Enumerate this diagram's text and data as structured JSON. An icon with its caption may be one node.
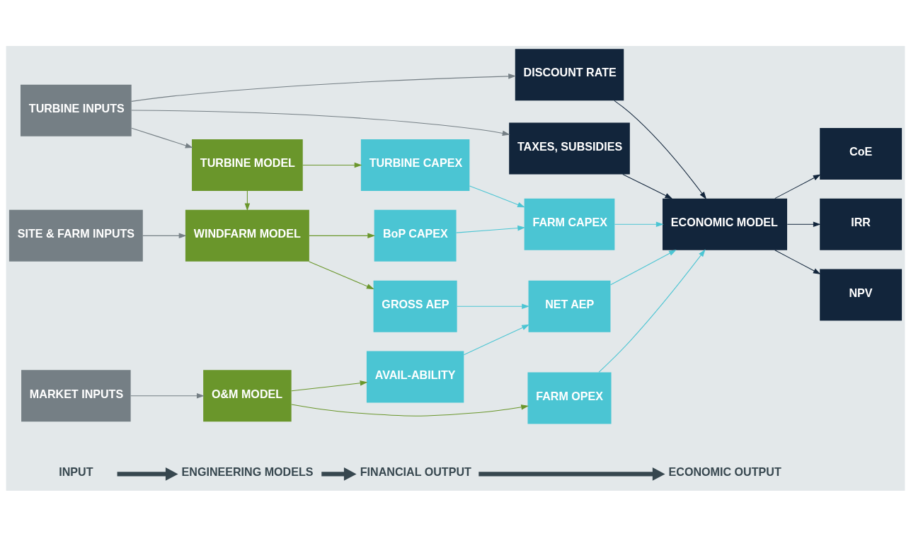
{
  "diagram": {
    "nodes": [
      {
        "text": [
          "INPUT"
        ]
      },
      {
        "text": [
          "ENGINEERING MODELS"
        ]
      },
      {
        "text": [
          "FINANCIAL OUTPUT"
        ]
      },
      {
        "text": [
          "ECONOMIC OUTPUT"
        ]
      },
      {
        "text": [
          "TURBINE INPUTS"
        ]
      },
      {
        "text": [
          "SITE & FARM INPUTS"
        ]
      },
      {
        "text": [
          "MARKET INPUTS"
        ]
      },
      {
        "text": [
          "TURBINE MODEL"
        ]
      },
      {
        "text": [
          "WINDFARM MODEL"
        ]
      },
      {
        "text": [
          "O&M MODEL"
        ]
      },
      {
        "text": [
          "TURBINE CAPEX"
        ]
      },
      {
        "text": [
          "BoP CAPEX"
        ]
      },
      {
        "text": [
          "GROSS AEP"
        ]
      },
      {
        "text": [
          "AVAIL-ABILITY"
        ]
      },
      {
        "text": [
          "FARM CAPEX"
        ]
      },
      {
        "text": [
          "NET AEP"
        ]
      },
      {
        "text": [
          "FARM OPEX"
        ]
      },
      {
        "text": [
          "ECONOMIC MODEL"
        ]
      },
      {
        "text": [
          "CoE"
        ]
      },
      {
        "text": [
          "IRR"
        ]
      },
      {
        "text": [
          "NPV"
        ]
      },
      {
        "text": [
          "DISCOUNT RATE"
        ]
      },
      {
        "text": [
          "TAXES, SUBSIDIES"
        ]
      }
    ],
    "edges": [
      {
        "from": 0,
        "to": 1,
        "arrow": "to",
        "style": "thick",
        "color": "#37474f"
      },
      {
        "from": 1,
        "to": 2,
        "arrow": "to",
        "style": "thick",
        "color": "#37474f"
      },
      {
        "from": 2,
        "to": 3,
        "arrow": "to",
        "style": "thick",
        "color": "#37474f"
      },
      {
        "from": 4,
        "to": 7,
        "arrow": "to",
        "color": "#757f85"
      },
      {
        "from": 5,
        "to": 8,
        "arrow": "to",
        "color": "#757f85"
      },
      {
        "from": 6,
        "to": 9,
        "arrow": "to",
        "color": "#757f85"
      },
      {
        "from": 4,
        "to": 21,
        "arrow": "to",
        "color": "#757f85"
      },
      {
        "from": 4,
        "to": 22,
        "arrow": "to",
        "color": "#757f85"
      },
      {
        "from": 7,
        "to": 10,
        "arrow": "to",
        "color": "#6a962b"
      },
      {
        "from": 7,
        "to": 8,
        "arrow": "to",
        "color": "#6a962b"
      },
      {
        "from": 8,
        "to": 11,
        "arrow": "to",
        "color": "#6a962b"
      },
      {
        "from": 8,
        "to": 12,
        "arrow": "to",
        "color": "#6a962b"
      },
      {
        "from": 9,
        "to": 13,
        "arrow": "to",
        "color": "#6a962b"
      },
      {
        "from": 9,
        "to": 16,
        "arrow": "to",
        "color": "#6a962b"
      },
      {
        "from": 10,
        "to": 14,
        "arrow": "to"
      },
      {
        "from": 11,
        "to": 14,
        "arrow": "to"
      },
      {
        "from": 12,
        "to": 15,
        "arrow": "to"
      },
      {
        "from": 13,
        "to": 15,
        "arrow": "to"
      },
      {
        "from": 14,
        "to": 17,
        "arrow": "to"
      },
      {
        "from": 15,
        "to": 17,
        "arrow": "to"
      },
      {
        "from": 16,
        "to": 17,
        "arrow": "to"
      },
      {
        "from": 21,
        "to": 17,
        "arrow": "to",
        "color": "#12253b"
      },
      {
        "from": 22,
        "to": 17,
        "arrow": "to",
        "color": "#12253b"
      },
      {
        "from": 17,
        "to": 18,
        "arrow": "to",
        "color": "#12253b"
      },
      {
        "from": 17,
        "to": 19,
        "arrow": "to",
        "color": "#12253b"
      },
      {
        "from": 17,
        "to": 20,
        "arrow": "to",
        "color": "#12253b"
      }
    ]
  }
}
